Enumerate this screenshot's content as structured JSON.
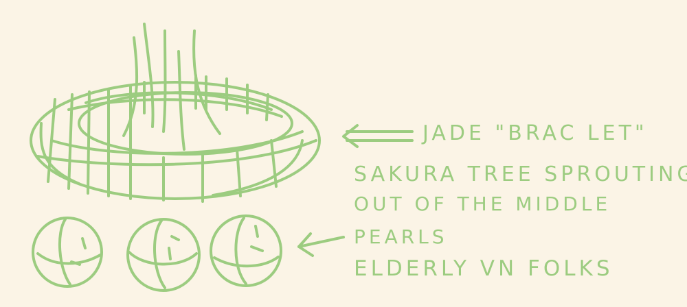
{
  "colors": {
    "background": "#fbf4e6",
    "ink": "#9ccc80"
  },
  "labels": {
    "jade": "JADE \"BRAC LET\"",
    "sakura_line1": "SAKURA TREE SPROUTING",
    "sakura_line2": "OUT OF THE MIDDLE",
    "pearls": "PEARLS",
    "elderly": "ELDERLY VN FOLKS"
  }
}
